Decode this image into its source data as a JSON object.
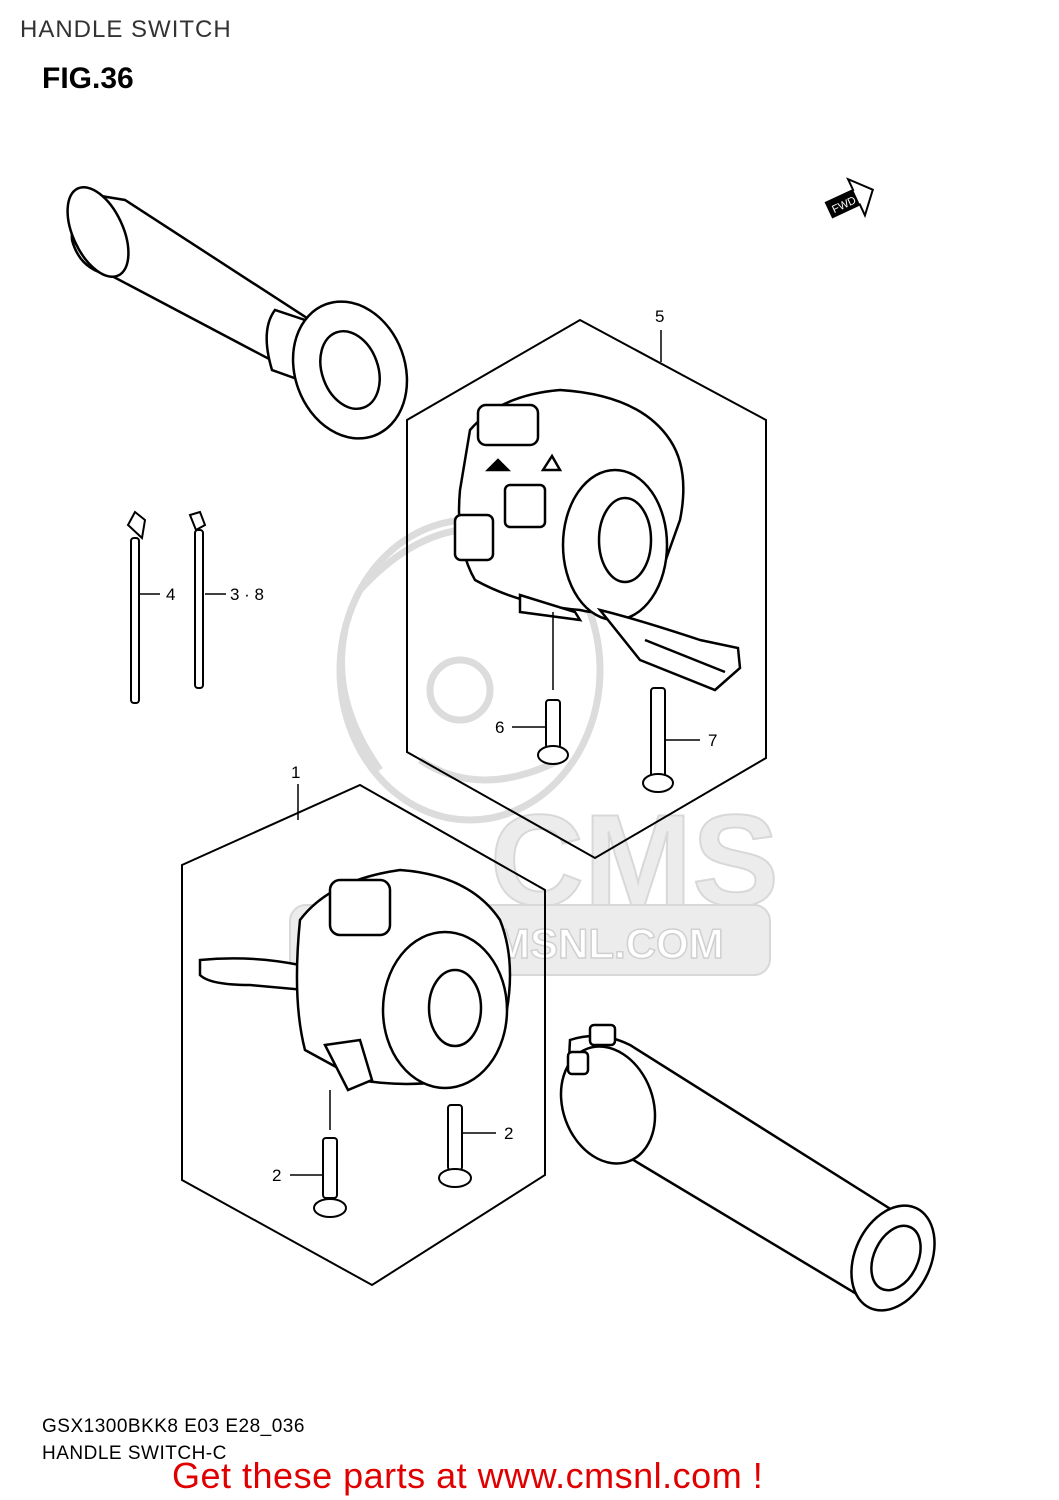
{
  "page": {
    "title": "HANDLE SWITCH",
    "figure": "FIG.36"
  },
  "watermark": {
    "brand": "CMS",
    "url": "WWW.CMSNL.COM"
  },
  "direction_badge": "FWD",
  "callouts": {
    "item_1": "1",
    "item_2a": "2",
    "item_2b": "2",
    "item_3_8": "3 · 8",
    "item_4": "4",
    "item_5": "5",
    "item_6": "6",
    "item_7": "7"
  },
  "footer": {
    "code": "GSX1300BKK8 E03 E28_036",
    "caption": "HANDLE SWITCH-C",
    "cta": "Get these parts at www.cmsnl.com !"
  },
  "colors": {
    "line": "#000000",
    "watermark": "#dcdcdc",
    "cta": "#e00000"
  }
}
